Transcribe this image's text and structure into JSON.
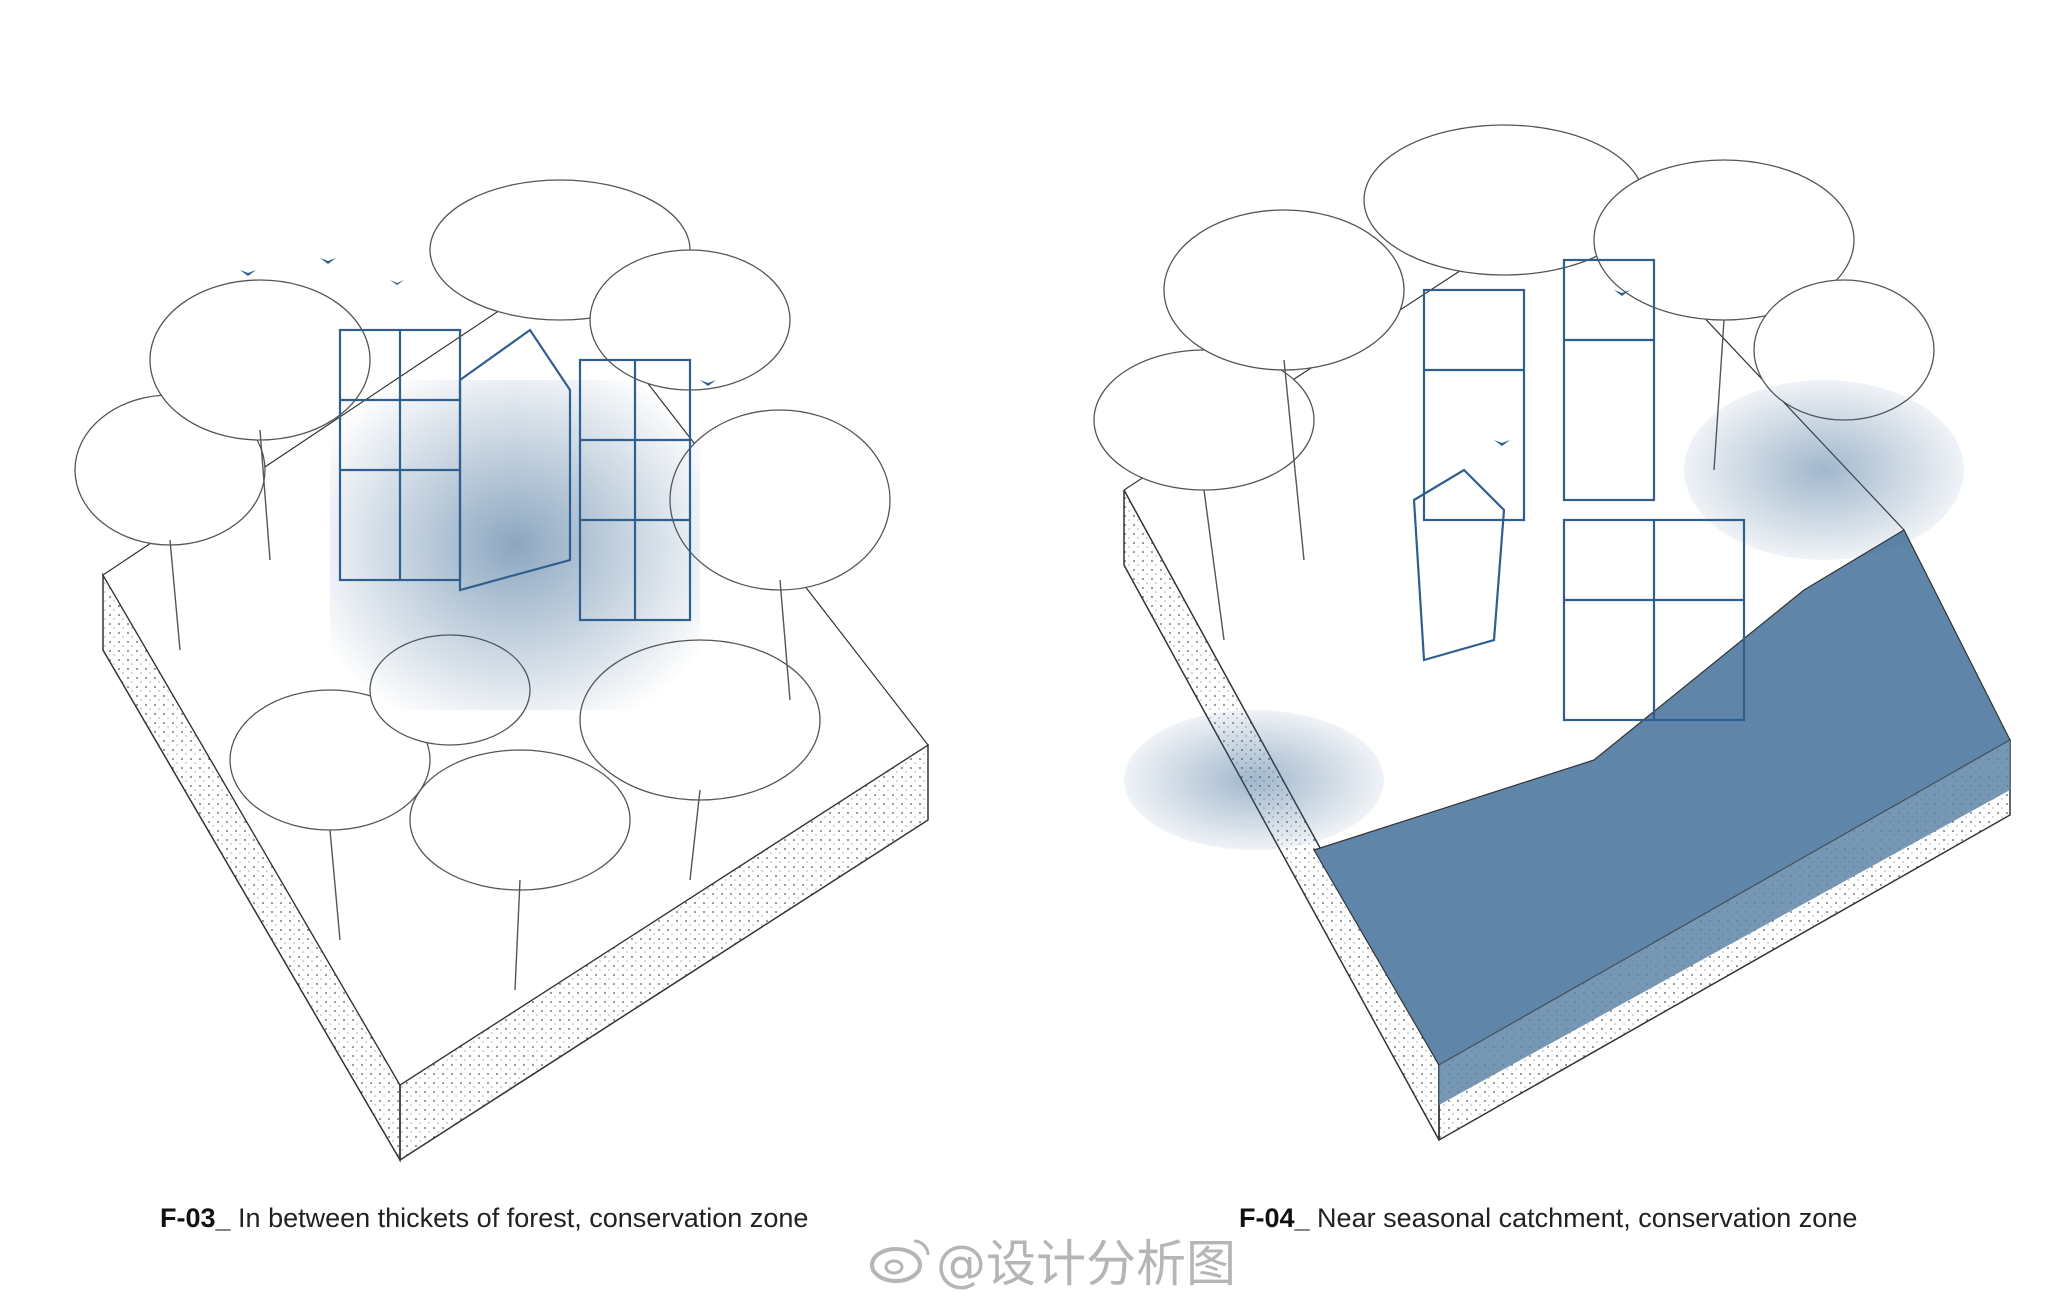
{
  "figures": [
    {
      "code": "F-03_",
      "caption": " In between thickets of forest, conservation zone"
    },
    {
      "code": "F-04_",
      "caption": " Near seasonal catchment, conservation zone"
    }
  ],
  "watermark": {
    "text": "@设计分析图",
    "icon": "weibo-icon"
  },
  "colors": {
    "accent_blue": "#2f5f8e",
    "water": "#5f86a8",
    "line": "#444444",
    "soil": "#ffffff"
  }
}
